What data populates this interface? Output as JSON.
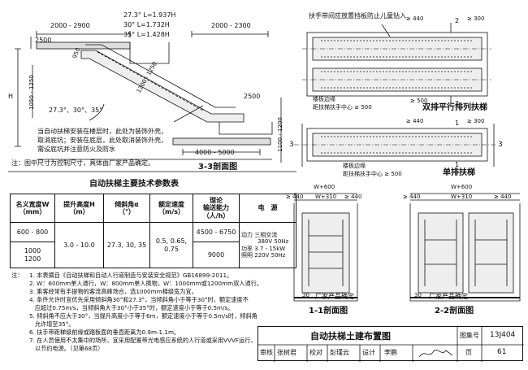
{
  "section33": {
    "title": "3-3剖面图",
    "angles_lengths": [
      "27.3°  L=1.937H",
      "30°  L=1.732H",
      "35°  L=1.428H"
    ],
    "dim_top_left": "2000 - 2900",
    "dim_top_right": "2000 - 2300",
    "dim_2500_a": "2500",
    "dim_2500_b": "2500",
    "dim_950": "950",
    "dim_1200_1250": "1200 - 1250",
    "dim_1050_1250": "1050 - 1250",
    "dim_1100_1200": "1100 - 1200",
    "dim_4000_5000": "4000 - 5000",
    "dim_H": "H",
    "angle_label": "27.3°、30°、35°",
    "note_lines": [
      "当自动扶梯安装在楼层时，此处为装饰外壳，",
      "取消底坑；安装在底层，此处取消装饰外壳，",
      "需设底坑并注意防火及防水"
    ],
    "note_bottom": "注：图中尺寸为控制尺寸，具体由厂家产品确定。"
  },
  "plan_double": {
    "title": "双排平行排列扶梯",
    "leader_text": "扶手带间应放置挡板防止儿童钻入",
    "label_edge": "楼板边缘",
    "label_center": "距扶梯扶手中心 ≥ 500",
    "dim_440": "≥ 440",
    "dim_300": "≥ 300",
    "dim_500": "≥ 500",
    "marker": "2"
  },
  "plan_single": {
    "title": "单排扶梯",
    "label_edge": "楼板边缘",
    "label_center": "距扶梯扶手中心 ≥ 500",
    "dim_440": "≥ 440",
    "dim_300": "≥ 300",
    "marker_1": "1",
    "marker_3": "3"
  },
  "section11": {
    "title": "1-1剖面图",
    "dims": [
      "W+600",
      "≥ 440",
      "W+310",
      "≥ 440"
    ],
    "bottom_label": "厂家产品确定",
    "dim_30": "30"
  },
  "section22": {
    "title": "2-2剖面图",
    "dims": [
      "W+600",
      "≥ 440",
      "W+310",
      "≥ 440"
    ],
    "bottom_label": "厂家产品确定",
    "dim_30": "30"
  },
  "spec_table": {
    "title": "自动扶梯主要技术参数表",
    "headers": [
      "名义宽度W\n（mm）",
      "提升高度H\n（m）",
      "倾斜角α\n（°）",
      "额定速度\n（m/s）",
      "理论\n输送能力\n（人/h）",
      "电　源"
    ],
    "rows": [
      {
        "width": "600 - 800",
        "capacity": "4500 - 6750"
      },
      {
        "width": "1000\n1200",
        "capacity": "9000"
      }
    ],
    "lift_height": "3.0 - 10.0",
    "angle": "27.3, 30, 35",
    "speed": "0.5, 0.65,\n0.75",
    "power": [
      [
        "动力",
        "三相交流"
      ],
      [
        "",
        "380V  50Hz"
      ],
      [
        "功率",
        "3.7 - 15kW"
      ],
      [
        "照明",
        "220V  50Hz"
      ]
    ]
  },
  "notes": {
    "label": "注：",
    "items": [
      "1. 本表摘自《自动扶梯和自动人行道制造与安装安全规范》GB16899-2011。",
      "2. W：600mm单人通行，W：800mm单人携物，W：1000mm或1200mm双人通行。",
      "3. 乘客经常有手提物的客流高峰场合，选1000mm梯级宽为宜。",
      "4. 条件允许时宜优先采用倾斜角30°和27.3°，当倾斜角小于等于30°时，额定速度不",
      "   应超过0.75m/s，当倾斜角大于30°小于35°时，额定速度小于等于0.5m/s。",
      "5. 倾斜角不应大于30°，当提升高度小于等于6m，额定速度小于等于0.5m/s时，倾斜角",
      "   允许增至35°。",
      "6. 扶手带距梯级前缘或踏板面的垂直距离为0.9m-1.1m。",
      "7. 在人员使用不太集中的场所，宜采用配置带光电感应系统的人行道或采用VVVF运行，",
      "   以节约电源。（见第68页）"
    ]
  },
  "title_block": {
    "title": "自动扶梯土建布置图",
    "atlas_label": "图集号",
    "atlas_no": "13J404",
    "page_label": "页",
    "page_no": "61",
    "roles": [
      "审核",
      "张树君",
      "校对",
      "彭瑾云",
      "设计",
      "李鹏"
    ]
  }
}
